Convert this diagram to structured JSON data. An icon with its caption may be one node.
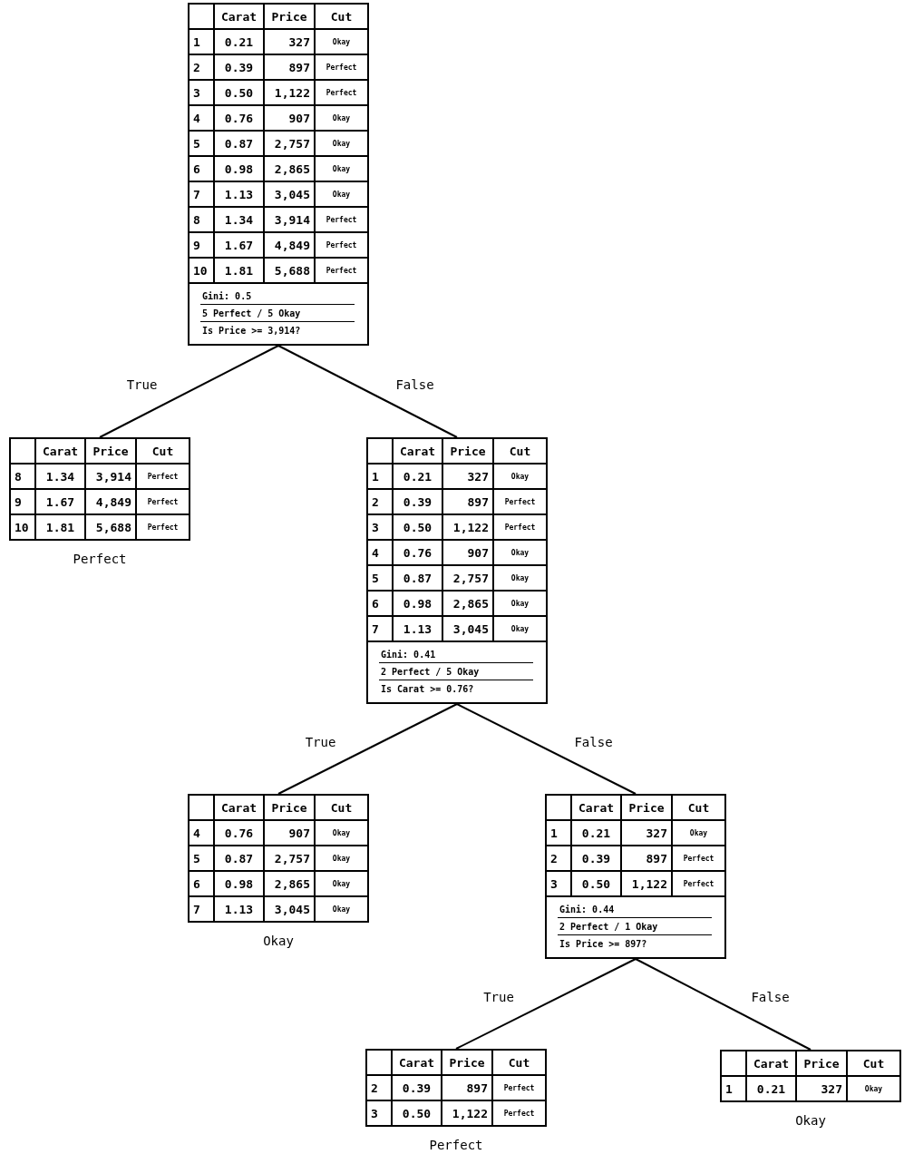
{
  "diagram": {
    "nodes": [
      {
        "text": [
          "Carat",
          "Price",
          "Cut",
          "1",
          "0.21",
          "327",
          "Okay",
          "2",
          "0.39",
          "897",
          "Perfect",
          "3",
          "0.50",
          "1,122",
          "Perfect",
          "4",
          "0.76",
          "907",
          "Okay",
          "5",
          "0.87",
          "2,757",
          "Okay",
          "6",
          "0.98",
          "2,865",
          "Okay",
          "7",
          "1.13",
          "3,045",
          "Okay",
          "8",
          "1.34",
          "3,914",
          "Perfect",
          "9",
          "1.67",
          "4,849",
          "Perfect",
          "10",
          "1.81",
          "5,688",
          "Perfect",
          "Gini: 0.5",
          "5 Perfect / 5 Okay",
          "Is Price >= 3,914?"
        ]
      },
      {
        "text": [
          "Carat",
          "Price",
          "Cut",
          "8",
          "1.34",
          "3,914",
          "Perfect",
          "9",
          "1.67",
          "4,849",
          "Perfect",
          "10",
          "1.81",
          "5,688",
          "Perfect"
        ],
        "beside": [
          "Perfect"
        ]
      },
      {
        "text": [
          "Carat",
          "Price",
          "Cut",
          "1",
          "0.21",
          "327",
          "Okay",
          "2",
          "0.39",
          "897",
          "Perfect",
          "3",
          "0.50",
          "1,122",
          "Perfect",
          "4",
          "0.76",
          "907",
          "Okay",
          "5",
          "0.87",
          "2,757",
          "Okay",
          "6",
          "0.98",
          "2,865",
          "Okay",
          "7",
          "1.13",
          "3,045",
          "Okay",
          "Gini: 0.41",
          "2 Perfect / 5 Okay",
          "Is Carat >= 0.76?"
        ]
      },
      {
        "text": [
          "Carat",
          "Price",
          "Cut",
          "4",
          "0.76",
          "907",
          "Okay",
          "5",
          "0.87",
          "2,757",
          "Okay",
          "6",
          "0.98",
          "2,865",
          "Okay",
          "7",
          "1.13",
          "3,045",
          "Okay"
        ],
        "beside": [
          "Okay"
        ]
      },
      {
        "text": [
          "Carat",
          "Price",
          "Cut",
          "1",
          "0.21",
          "327",
          "Okay",
          "2",
          "0.39",
          "897",
          "Perfect",
          "3",
          "0.50",
          "1,122",
          "Perfect",
          "Gini: 0.44",
          "2 Perfect / 1 Okay",
          "Is Price >= 897?"
        ]
      },
      {
        "text": [
          "Carat",
          "Price",
          "Cut",
          "2",
          "0.39",
          "897",
          "Perfect",
          "3",
          "0.50",
          "1,122",
          "Perfect"
        ],
        "beside": [
          "Perfect"
        ]
      },
      {
        "text": [
          "Carat",
          "Price",
          "Cut",
          "1",
          "0.21",
          "327",
          "Okay"
        ],
        "beside": [
          "Okay"
        ]
      }
    ],
    "edges": [
      {
        "from": 0,
        "to": 1,
        "arrow": "none",
        "label": "True"
      },
      {
        "from": 0,
        "to": 2,
        "arrow": "none",
        "label": "False"
      },
      {
        "from": 2,
        "to": 3,
        "arrow": "none",
        "label": "True"
      },
      {
        "from": 2,
        "to": 4,
        "arrow": "none",
        "label": "False"
      },
      {
        "from": 4,
        "to": 5,
        "arrow": "none",
        "label": "True"
      },
      {
        "from": 4,
        "to": 6,
        "arrow": "none",
        "label": "False"
      }
    ]
  }
}
